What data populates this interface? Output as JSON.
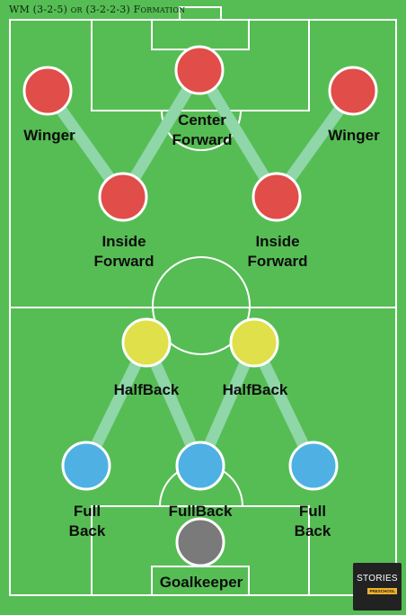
{
  "title": "WM (3-2-5) or (3-2-2-3) Formation",
  "colors": {
    "pitch": "#56bd54",
    "lines": "#ffffff",
    "links": "#8fd6a8",
    "forward": "#e14d49",
    "halfback": "#dfe04a",
    "back": "#4fb1e3",
    "goalkeeper": "#7a7a7a"
  },
  "players": {
    "left_winger": {
      "label": "Winger",
      "role": "forward"
    },
    "center_forward": {
      "label": "Center\nForward",
      "role": "forward"
    },
    "right_winger": {
      "label": "Winger",
      "role": "forward"
    },
    "left_inside_forward": {
      "label": "Inside\nForward",
      "role": "forward"
    },
    "right_inside_forward": {
      "label": "Inside\nForward",
      "role": "forward"
    },
    "left_halfback": {
      "label": "HalfBack",
      "role": "halfback"
    },
    "right_halfback": {
      "label": "HalfBack",
      "role": "halfback"
    },
    "left_full_back": {
      "label": "Full\nBack",
      "role": "back"
    },
    "center_full_back": {
      "label": "FullBack",
      "role": "back"
    },
    "right_full_back": {
      "label": "Full\nBack",
      "role": "back"
    },
    "goalkeeper": {
      "label": "Goalkeeper",
      "role": "goalkeeper"
    }
  },
  "links": [
    [
      "left_winger",
      "left_inside_forward"
    ],
    [
      "left_inside_forward",
      "center_forward"
    ],
    [
      "center_forward",
      "right_inside_forward"
    ],
    [
      "right_inside_forward",
      "right_winger"
    ],
    [
      "left_halfback",
      "left_full_back"
    ],
    [
      "left_halfback",
      "center_full_back"
    ],
    [
      "center_full_back",
      "right_halfback"
    ],
    [
      "right_halfback",
      "right_full_back"
    ]
  ],
  "logo": {
    "text": "STORIES",
    "tag": "PRESCHOOL"
  }
}
